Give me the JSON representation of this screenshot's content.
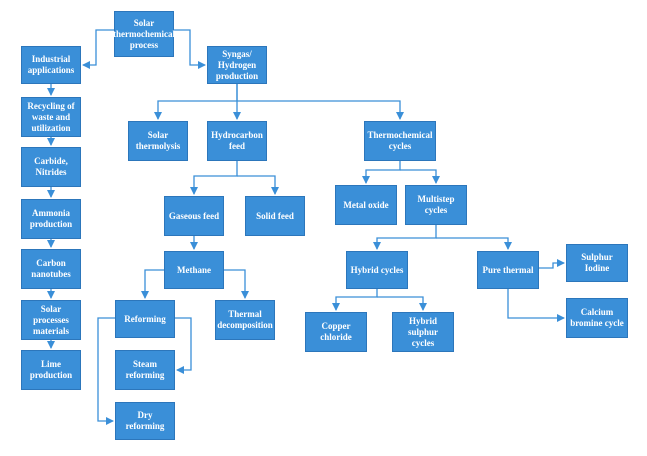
{
  "nodes": {
    "solar_thermochemical": "Solar thermochemical process",
    "industrial_applications": "Industrial applications",
    "syngas_hydrogen": "Syngas/ Hydrogen production",
    "recycling": "Recycling of waste and utilization",
    "carbide_nitrides": "Carbide, Nitrides",
    "ammonia": "Ammonia production",
    "carbon_nanotubes": "Carbon nanotubes",
    "solar_processes_materials": "Solar processes materials",
    "lime_production": "Lime production",
    "solar_thermolysis": "Solar thermolysis",
    "hydrocarbon_feed": "Hydrocarbon feed",
    "thermochemical_cycles": "Thermochemical cycles",
    "gaseous_feed": "Gaseous feed",
    "solid_feed": "Solid feed",
    "metal_oxide": "Metal oxide",
    "multistep_cycles": "Multistep cycles",
    "methane": "Methane",
    "hybrid_cycles": "Hybrid cycles",
    "pure_thermal": "Pure thermal",
    "sulphur_iodine": "Sulphur Iodine",
    "reforming": "Reforming",
    "thermal_decomposition": "Thermal decomposition",
    "calcium_bromine": "Calcium bromine cycle",
    "copper_chloride": "Copper chloride",
    "hybrid_sulphur": "Hybrid sulphur cycles",
    "steam_reforming": "Steam reforming",
    "dry_reforming": "Dry reforming"
  },
  "colors": {
    "node_fill": "#3a8fd8",
    "node_border": "#2c76bb",
    "edge": "#3a8fd8",
    "text": "#ffffff"
  }
}
